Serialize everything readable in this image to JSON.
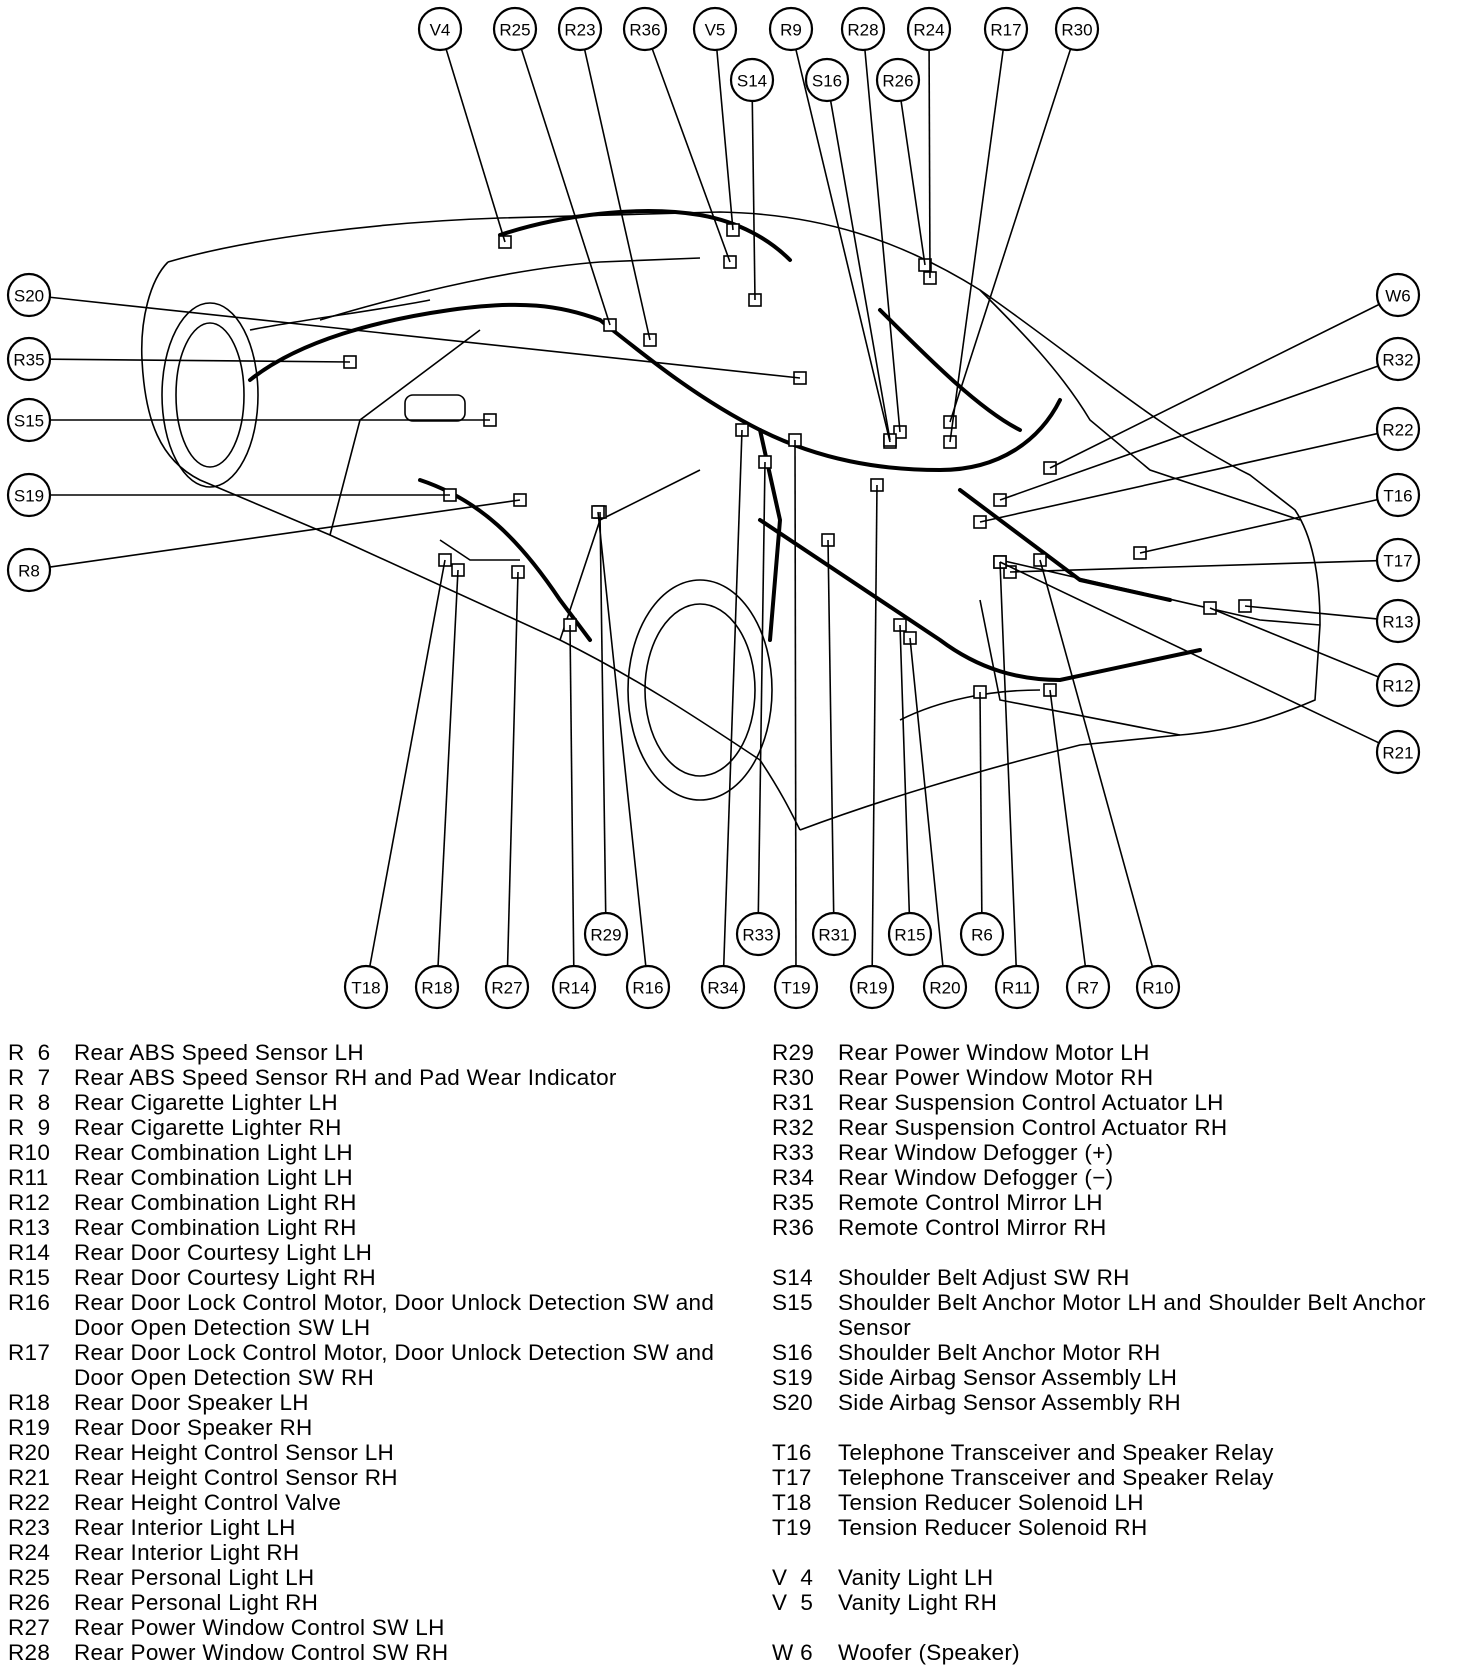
{
  "callouts": [
    "V4",
    "R25",
    "R23",
    "R36",
    "V5",
    "R9",
    "R28",
    "R24",
    "R17",
    "R30",
    "S14",
    "S16",
    "R26",
    "S20",
    "R35",
    "S15",
    "S19",
    "R8",
    "W6",
    "R32",
    "R22",
    "T16",
    "T17",
    "R13",
    "R12",
    "R21",
    "R29",
    "R33",
    "R31",
    "R15",
    "R6",
    "T18",
    "R18",
    "R27",
    "R14",
    "R16",
    "R34",
    "T19",
    "R19",
    "R20",
    "R11",
    "R7",
    "R10"
  ],
  "legend_left": [
    {
      "code": "R  6",
      "desc": "Rear ABS Speed Sensor LH"
    },
    {
      "code": "R  7",
      "desc": "Rear ABS Speed Sensor RH and Pad Wear Indicator"
    },
    {
      "code": "R  8",
      "desc": "Rear Cigarette Lighter LH"
    },
    {
      "code": "R  9",
      "desc": "Rear Cigarette Lighter RH"
    },
    {
      "code": "R10",
      "desc": "Rear Combination Light LH"
    },
    {
      "code": "R11",
      "desc": "Rear Combination Light LH"
    },
    {
      "code": "R12",
      "desc": "Rear Combination Light RH"
    },
    {
      "code": "R13",
      "desc": "Rear Combination Light RH"
    },
    {
      "code": "R14",
      "desc": "Rear Door Courtesy Light LH"
    },
    {
      "code": "R15",
      "desc": "Rear Door Courtesy Light RH"
    },
    {
      "code": "R16",
      "desc": "Rear Door Lock Control Motor, Door Unlock Detection SW and Door Open Detection SW LH"
    },
    {
      "code": "R17",
      "desc": "Rear Door Lock Control Motor, Door Unlock Detection SW and Door Open Detection SW RH"
    },
    {
      "code": "R18",
      "desc": "Rear Door Speaker LH"
    },
    {
      "code": "R19",
      "desc": "Rear Door Speaker RH"
    },
    {
      "code": "R20",
      "desc": "Rear Height Control Sensor LH"
    },
    {
      "code": "R21",
      "desc": "Rear Height Control Sensor RH"
    },
    {
      "code": "R22",
      "desc": "Rear Height Control Valve"
    },
    {
      "code": "R23",
      "desc": "Rear Interior Light LH"
    },
    {
      "code": "R24",
      "desc": "Rear Interior Light RH"
    },
    {
      "code": "R25",
      "desc": "Rear Personal Light LH"
    },
    {
      "code": "R26",
      "desc": "Rear Personal Light RH"
    },
    {
      "code": "R27",
      "desc": "Rear Power Window Control SW LH"
    },
    {
      "code": "R28",
      "desc": "Rear Power Window Control SW RH"
    }
  ],
  "legend_right": [
    {
      "code": "R29",
      "desc": "Rear Power Window Motor LH"
    },
    {
      "code": "R30",
      "desc": "Rear Power Window Motor RH"
    },
    {
      "code": "R31",
      "desc": "Rear Suspension Control Actuator LH"
    },
    {
      "code": "R32",
      "desc": "Rear Suspension Control Actuator RH"
    },
    {
      "code": "R33",
      "desc": "Rear Window Defogger (+)"
    },
    {
      "code": "R34",
      "desc": "Rear Window Defogger (−)"
    },
    {
      "code": "R35",
      "desc": "Remote Control Mirror LH"
    },
    {
      "code": "R36",
      "desc": "Remote Control Mirror RH"
    },
    {
      "gap": true
    },
    {
      "code": "S14",
      "desc": "Shoulder Belt Adjust SW RH"
    },
    {
      "code": "S15",
      "desc": "Shoulder Belt Anchor Motor LH and Shoulder Belt Anchor Sensor"
    },
    {
      "code": "S16",
      "desc": "Shoulder Belt Anchor Motor RH"
    },
    {
      "code": "S19",
      "desc": "Side Airbag Sensor Assembly LH"
    },
    {
      "code": "S20",
      "desc": "Side Airbag Sensor Assembly RH"
    },
    {
      "gap": true
    },
    {
      "code": "T16",
      "desc": "Telephone Transceiver and Speaker Relay"
    },
    {
      "code": "T17",
      "desc": "Telephone Transceiver and Speaker Relay"
    },
    {
      "code": "T18",
      "desc": "Tension Reducer Solenoid LH"
    },
    {
      "code": "T19",
      "desc": "Tension Reducer Solenoid RH"
    },
    {
      "gap": true
    },
    {
      "code": "V  4",
      "desc": "Vanity Light LH"
    },
    {
      "code": "V  5",
      "desc": "Vanity Light RH"
    },
    {
      "gap": true
    },
    {
      "code": "W 6",
      "desc": "Woofer (Speaker)"
    }
  ]
}
